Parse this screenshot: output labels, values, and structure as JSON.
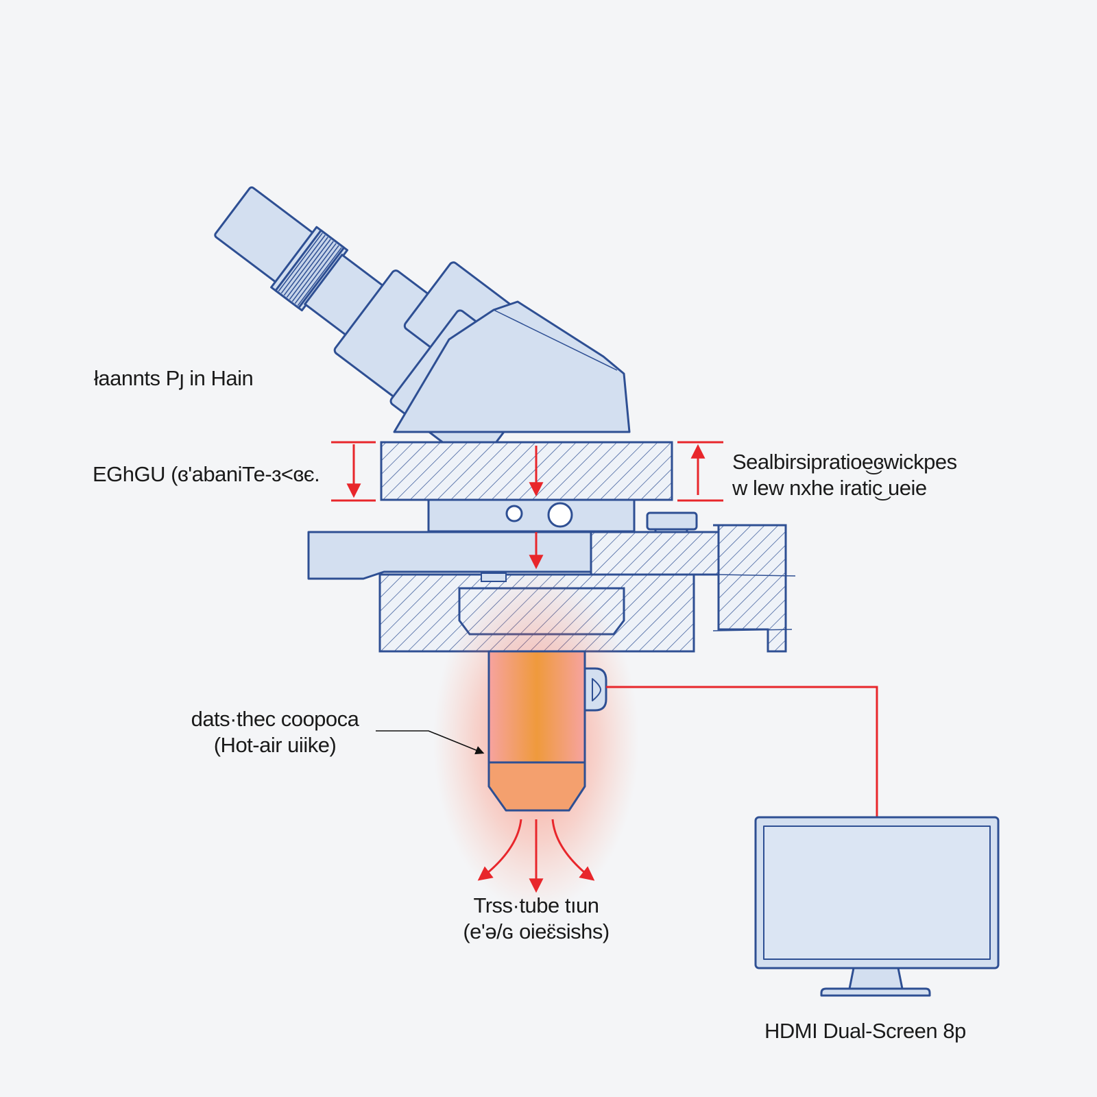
{
  "labels": {
    "top_left": "łaannts Ρȷ in Ηain",
    "mid_left": "EGhGU (ɞ'abaniТе-ɜ<ɞє.",
    "right_top": [
      "Sealbirsipratioe͜ɞwickpes",
      "w lew nxhe iratic͜ ueie"
    ],
    "heat_source": [
      "dats·thec coopoca",
      "(Hot-air uiike)"
    ],
    "airflow": [
      "Trss·tube tıun",
      "(eʹə/ɢ oieɛ̈sishs)"
    ],
    "monitor": "HDMI Dual-Screen 8p"
  },
  "colors": {
    "outline": "#2e4f93",
    "fill": "#d3dff0",
    "accent": "#e8262b",
    "heat_glow": "#f08a3a",
    "background": "#f4f5f7"
  },
  "icons": [
    "microscope-icon",
    "monitor-icon",
    "arrow-down-icon",
    "hot-air-nozzle-icon"
  ]
}
